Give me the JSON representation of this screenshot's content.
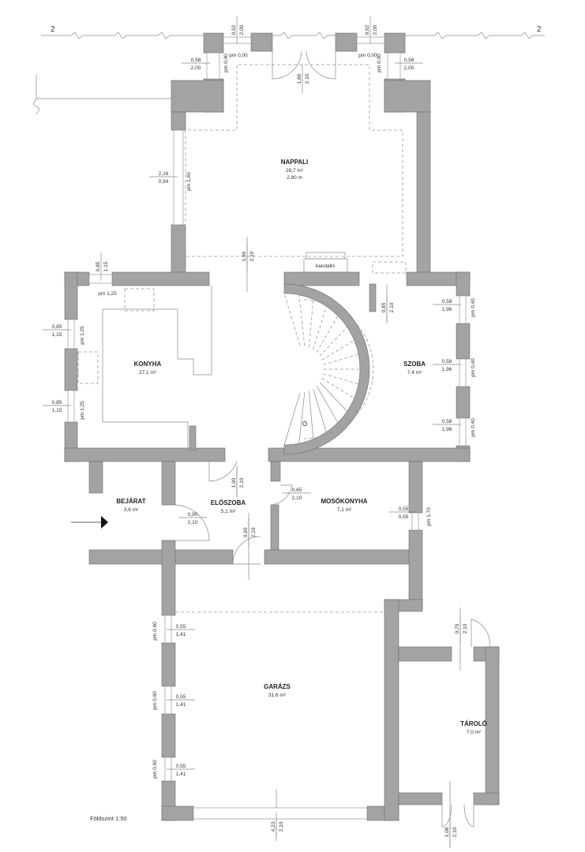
{
  "section_marker": {
    "left": "2",
    "right": "2"
  },
  "rooms": [
    {
      "name": "NAPPALI",
      "area": "28,7 m²",
      "height": "2,80 m"
    },
    {
      "name": "KONYHA",
      "area": "27,1 m²"
    },
    {
      "name": "SZOBA",
      "area": "7,4 m²"
    },
    {
      "name": "BEJÁRAT",
      "area": "3,6 m²"
    },
    {
      "name": "ELŐSZOBA",
      "area": "5,1 m²"
    },
    {
      "name": "MOSÓKONYHA",
      "area": "7,1 m²"
    },
    {
      "name": "GARÁZS",
      "area": "31,6 m²"
    },
    {
      "name": "TÁROLÓ",
      "area": "7,0 m²"
    }
  ],
  "fireplace_label": "kandalló",
  "openings": [
    {
      "a": "0,62",
      "b": "2,00"
    },
    {
      "a": "0,62",
      "b": "2,00"
    },
    {
      "a": "0,58",
      "b": "2,00"
    },
    {
      "a": "0,58",
      "b": "2,00"
    },
    {
      "a": "1,80",
      "b": "2,10"
    },
    {
      "a": "2,16",
      "b": "0,94"
    },
    {
      "a": "1,96",
      "b": "2,10"
    },
    {
      "a": "0,85",
      "b": "1,15"
    },
    {
      "a": "0,85",
      "b": "1,15"
    },
    {
      "a": "0,85",
      "b": "1,15"
    },
    {
      "a": "0,85",
      "b": "2,10"
    },
    {
      "a": "0,58",
      "b": "1,96"
    },
    {
      "a": "0,58",
      "b": "1,96"
    },
    {
      "a": "0,58",
      "b": "1,96"
    },
    {
      "a": "1,90",
      "b": "2,10"
    },
    {
      "a": "0,65",
      "b": "2,10"
    },
    {
      "a": "0,90",
      "b": "2,10"
    },
    {
      "a": "0,90",
      "b": "2,10"
    },
    {
      "a": "0,55",
      "b": "0,55"
    },
    {
      "a": "0,55",
      "b": "1,41"
    },
    {
      "a": "0,55",
      "b": "1,41"
    },
    {
      "a": "0,55",
      "b": "1,41"
    },
    {
      "a": "0,75",
      "b": "2,10"
    },
    {
      "a": "4,23",
      "b": "2,10"
    },
    {
      "a": "1,08",
      "b": "2,10"
    }
  ],
  "sill_labels": [
    "pm 0,00",
    "pm 0,00",
    "pm 0,00",
    "pm 0,00",
    "pm 1,40",
    "pm 1,25",
    "pm 1,25",
    "pm 1,25",
    "pm 0,40",
    "pm 0,40",
    "pm 0,40",
    "pm 1,70",
    "pm 0,60",
    "pm 0,60",
    "pm 0,60"
  ],
  "drawing_title": "Földszint 1:50",
  "colors": {
    "wall": "#a3a3a3",
    "wall_edge": "#6a6a6a",
    "line": "#888888",
    "text": "#333333"
  }
}
